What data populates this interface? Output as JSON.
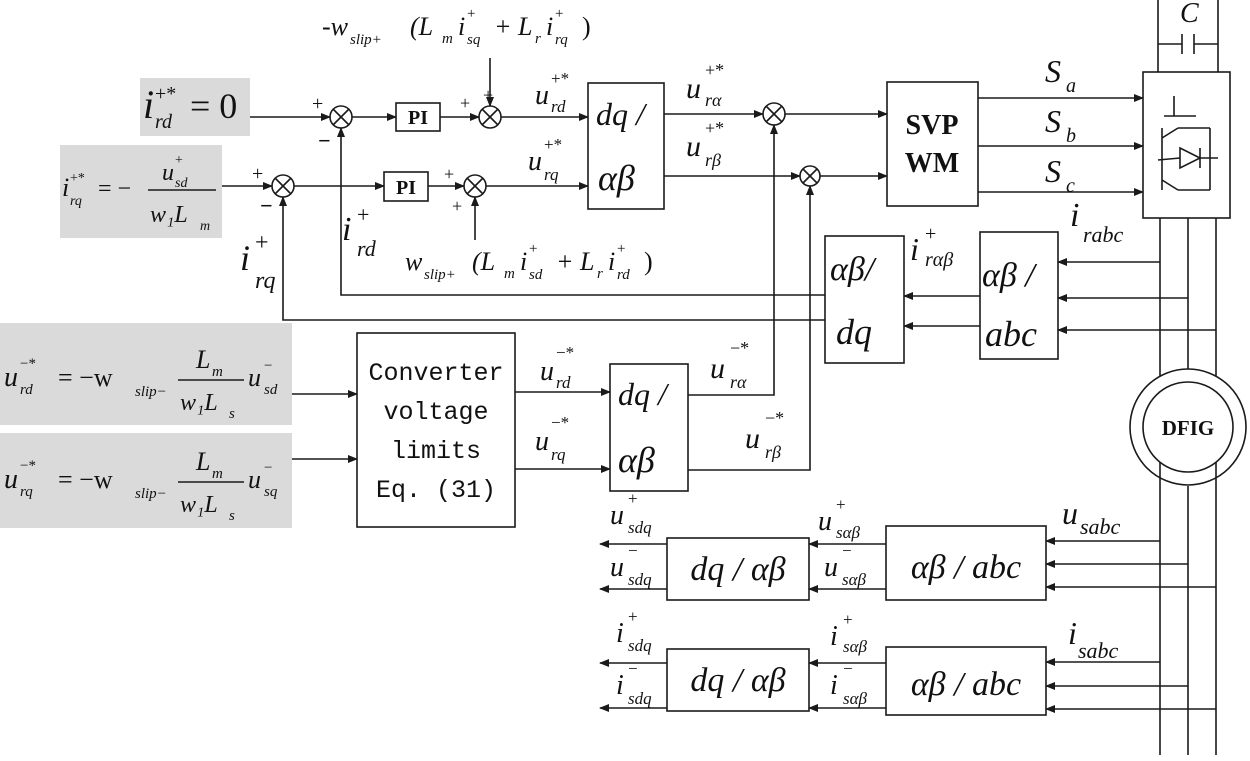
{
  "colors": {
    "line": "#1a1a1a",
    "shade": "#dadada",
    "background": "#ffffff"
  },
  "inputs": {
    "i_rd_ref": {
      "sym": "i",
      "sup": "+*",
      "sub": "rd",
      "rhs": "= 0"
    },
    "i_rq_ref": {
      "lhs_sym": "i",
      "lhs_sup": "+*",
      "lhs_sub": "rq",
      "eq": "= −",
      "num_sym": "u",
      "num_sup": "+",
      "num_sub": "sd",
      "den": "w₁L",
      "den_sub": "m"
    },
    "u_rd_neg_ref": {
      "lhs": "u",
      "lhs_sup": "−*",
      "lhs_sub": "rd",
      "eq": "= −w",
      "w_sub": "slip−",
      "num": "L",
      "num_sub": "m",
      "den": "w₁L",
      "den_sub": "s",
      "tail": "u",
      "tail_sup": "−",
      "tail_sub": "sd"
    },
    "u_rq_neg_ref": {
      "lhs": "u",
      "lhs_sup": "−*",
      "lhs_sub": "rq",
      "eq": "= −w",
      "w_sub": "slip−",
      "num": "L",
      "num_sub": "m",
      "den": "w₁L",
      "den_sub": "s",
      "tail": "u",
      "tail_sup": "−",
      "tail_sub": "sq"
    }
  },
  "blocks": {
    "pi_d": "PI",
    "pi_q": "PI",
    "dq_ab_pos": {
      "top": "dq /",
      "bottom": "αβ"
    },
    "dq_ab_neg": {
      "top": "dq /",
      "bottom": "αβ"
    },
    "svpwm": {
      "line1": "SVP",
      "line2": "WM"
    },
    "ab_dq": {
      "top": "αβ/",
      "bottom": "dq"
    },
    "ab_abc": {
      "top": "αβ /",
      "bottom": "abc"
    },
    "converter": [
      "Converter",
      "voltage",
      "limits",
      "Eq. (31)"
    ],
    "dq_ab_u": "dq / αβ",
    "ab_abc_u": "αβ / abc",
    "dq_ab_i": "dq / αβ",
    "ab_abc_i": "αβ / abc",
    "dfig": "DFIG",
    "capacitor": "C"
  },
  "signs": {
    "plus": "+",
    "minus": "−"
  },
  "feedforward": {
    "top": {
      "pre": "-w",
      "w_sub": "slip+",
      "open": "(L",
      "l1_sub": "m",
      "i1": "i",
      "i1_sup": "+",
      "i1_sub": "sq",
      "plus": "+ L",
      "l2_sub": "r",
      "i2": "i",
      "i2_sup": "+",
      "i2_sub": "rq",
      "close": ")"
    },
    "bottom": {
      "pre": "w",
      "w_sub": "slip+",
      "open": "(L",
      "l1_sub": "m",
      "i1": "i",
      "i1_sup": "+",
      "i1_sub": "sd",
      "plus": "+ L",
      "l2_sub": "r",
      "i2": "i",
      "i2_sup": "+",
      "i2_sub": "rd",
      "close": ")"
    }
  },
  "signals": {
    "u_rd_pos": {
      "sym": "u",
      "sup": "+*",
      "sub": "rd"
    },
    "u_rq_pos": {
      "sym": "u",
      "sup": "+*",
      "sub": "rq"
    },
    "u_ralpha_pos": {
      "sym": "u",
      "sup": "+*",
      "sub": "rα"
    },
    "u_rbeta_pos": {
      "sym": "u",
      "sup": "+*",
      "sub": "rβ"
    },
    "S_a": {
      "sym": "S",
      "sub": "a"
    },
    "S_b": {
      "sym": "S",
      "sub": "b"
    },
    "S_c": {
      "sym": "S",
      "sub": "c"
    },
    "i_rd_fb": {
      "sym": "i",
      "sup": "+",
      "sub": "rd"
    },
    "i_rq_fb": {
      "sym": "i",
      "sup": "+",
      "sub": "rq"
    },
    "i_rab": {
      "sym": "i",
      "sup": "+",
      "sub": "rαβ"
    },
    "i_rabc": {
      "sym": "i",
      "sub": "rabc"
    },
    "u_rd_neg": {
      "sym": "u",
      "sup": "−*",
      "sub": "rd"
    },
    "u_rq_neg": {
      "sym": "u",
      "sup": "−*",
      "sub": "rq"
    },
    "u_ralpha_neg": {
      "sym": "u",
      "sup": "−*",
      "sub": "rα"
    },
    "u_rbeta_neg": {
      "sym": "u",
      "sup": "−*",
      "sub": "rβ"
    },
    "u_sabc": {
      "sym": "u",
      "sub": "sabc"
    },
    "u_sab_pos": {
      "sym": "u",
      "sup": "+",
      "sub": "sαβ"
    },
    "u_sab_neg": {
      "sym": "u",
      "sup": "−",
      "sub": "sαβ"
    },
    "u_sdq_pos": {
      "sym": "u",
      "sup": "+",
      "sub": "sdq"
    },
    "u_sdq_neg": {
      "sym": "u",
      "sup": "−",
      "sub": "sdq"
    },
    "i_sabc": {
      "sym": "i",
      "sub": "sabc"
    },
    "i_sab_pos": {
      "sym": "i",
      "sup": "+",
      "sub": "sαβ"
    },
    "i_sab_neg": {
      "sym": "i",
      "sup": "−",
      "sub": "sαβ"
    },
    "i_sdq_pos": {
      "sym": "i",
      "sup": "+",
      "sub": "sdq"
    },
    "i_sdq_neg": {
      "sym": "i",
      "sup": "−",
      "sub": "sdq"
    }
  }
}
